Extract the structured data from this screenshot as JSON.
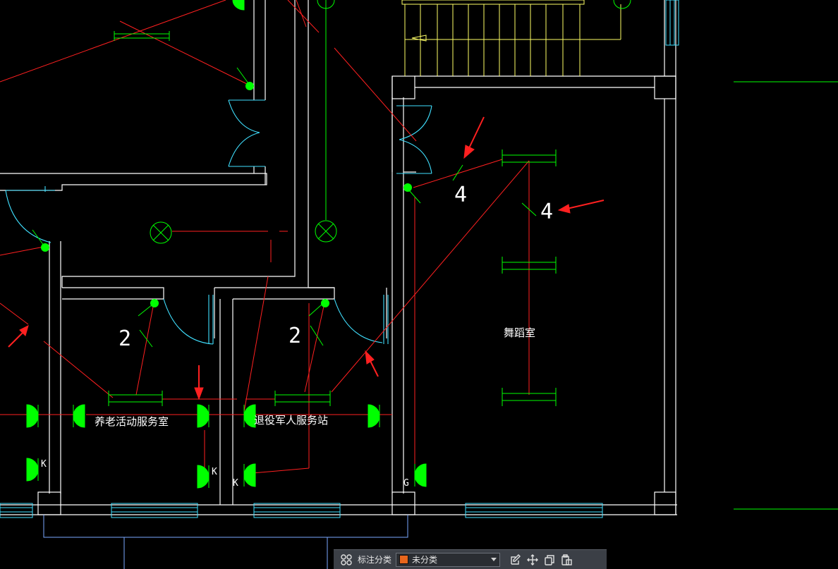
{
  "drawing": {
    "rooms": {
      "elderly_service": "养老活动服务室",
      "veteran_service": "退役军人服务站",
      "dance_room": "舞蹈室"
    },
    "circuit_numbers": [
      "2",
      "2",
      "4",
      "4"
    ],
    "switch_letters": [
      "K",
      "K",
      "K",
      "G"
    ]
  },
  "toolbar": {
    "category_label": "标注分类",
    "category_value": "未分类",
    "category_color": "#e8661c",
    "icons": [
      "grid-icon",
      "edit-icon",
      "move-icon",
      "copy-icon",
      "paste-icon"
    ]
  },
  "colors": {
    "background": "#000000",
    "wall": "#ffffff",
    "wiring": "#ff2020",
    "fixture": "#00ff00",
    "door": "#40e0ff",
    "stair": "#ffff66",
    "annotation_arrow": "#ff2020"
  }
}
